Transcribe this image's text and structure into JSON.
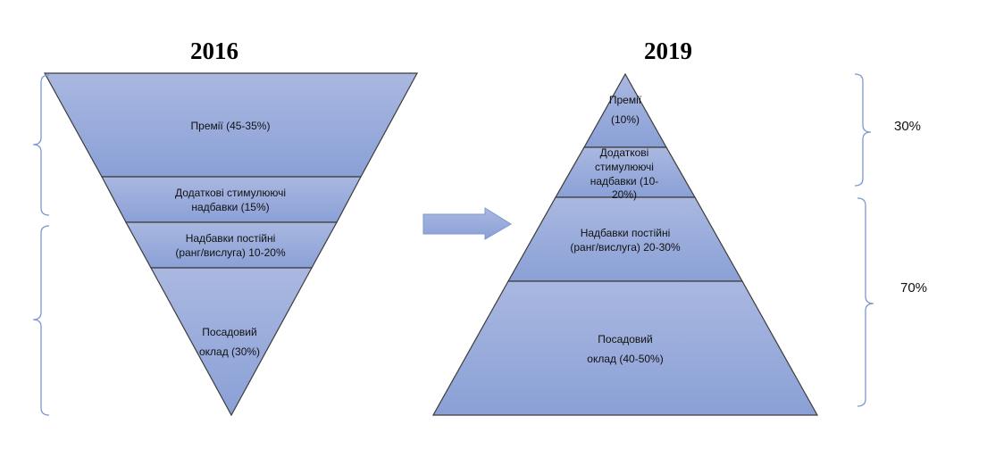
{
  "left": {
    "title": "2016",
    "bands": [
      {
        "lines": [
          "Премії (45-35%)"
        ]
      },
      {
        "lines": [
          "Додаткові стимулюючі",
          "надбавки (15%)"
        ]
      },
      {
        "lines": [
          "Надбавки постійні",
          "(ранг/вислуга)  10-20%"
        ]
      },
      {
        "lines": [
          "Посадовий",
          "оклад (30%)"
        ]
      }
    ]
  },
  "right": {
    "title": "2019",
    "bands": [
      {
        "lines": [
          "Премії",
          "(10%)"
        ]
      },
      {
        "lines": [
          "Додаткові",
          "стимулюючі",
          "надбавки (10-",
          "20%)"
        ]
      },
      {
        "lines": [
          "Надбавки постійні",
          "(ранг/вислуга)  20-30%"
        ]
      },
      {
        "lines": [
          "Посадовий",
          "оклад (40-50%)"
        ]
      }
    ],
    "groups": [
      {
        "label": "30%"
      },
      {
        "label": "70%"
      }
    ]
  },
  "colors": {
    "fill_top": "#a9b7e0",
    "fill_bottom": "#8aa0d6",
    "brace": "#7b98d0"
  }
}
